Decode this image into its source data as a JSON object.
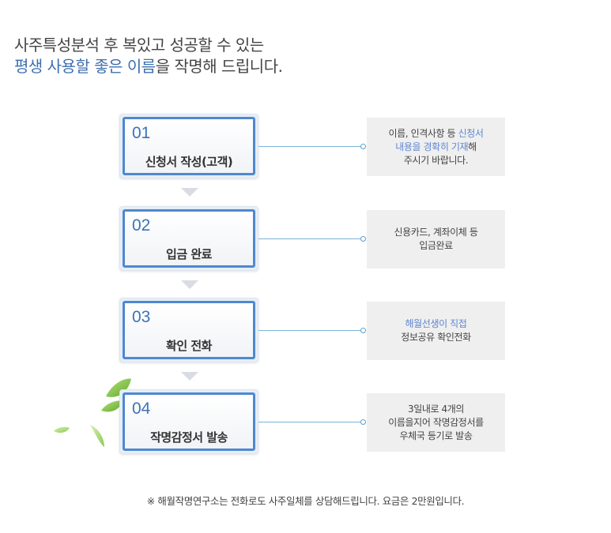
{
  "headline": {
    "line1": "사주특성분석 후 복있고 성공할 수 있는",
    "line2_highlight": "평생 사용할 좋은 이름",
    "line2_rest": "을 작명해 드립니다."
  },
  "steps": [
    {
      "num": "01",
      "title": "신청서 작성(고객)"
    },
    {
      "num": "02",
      "title": "입금 완료"
    },
    {
      "num": "03",
      "title": "확인 전화"
    },
    {
      "num": "04",
      "title": "작명감정서 발송"
    }
  ],
  "notes": {
    "n1": {
      "l1a": "이름, 인격사항 등 ",
      "l1b": "신청서",
      "l2a": "내용을 경확히 기재",
      "l2b": "해",
      "l3": "주시기 바랍니다."
    },
    "n2": {
      "l1": "신용카드, 계좌이체 등",
      "l2": "입금완료"
    },
    "n3": {
      "l1": "해월선생이 직접",
      "l2": "정보공유 확인전화"
    },
    "n4": {
      "l1": "3일내로 4개의",
      "l2": "이름을지어 작명감정서를",
      "l3": "우체국 등기로 발송"
    }
  },
  "footnote": "※ 해월작명연구소는 전화로도 사주일체를 상담해드립니다.  요금은 2만원입니다.",
  "colors": {
    "accent": "#4f88cf",
    "number": "#3c73b9",
    "highlight": "#3d6fae",
    "note_highlight": "#5f86d0",
    "leaf": "#7cc142"
  },
  "icons": [
    "leaf-icon",
    "arrow-down-icon",
    "connector-dot-icon"
  ]
}
